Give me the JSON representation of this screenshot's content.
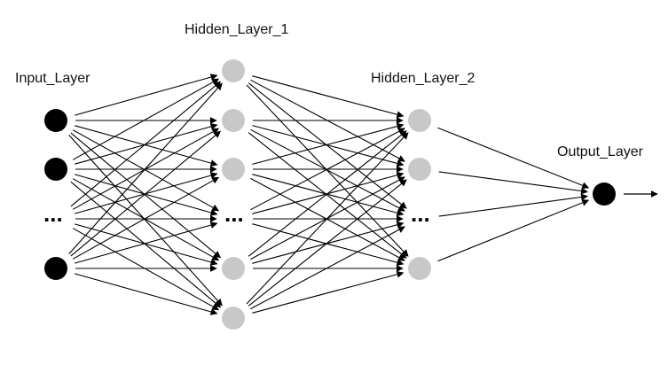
{
  "labels": {
    "input": "Input_Layer",
    "hidden1": "Hidden_Layer_1",
    "hidden2": "Hidden_Layer_2",
    "output": "Output_Layer"
  },
  "ellipsis": "...",
  "colors": {
    "input_node": "#000000",
    "hidden_node": "#c8c8c8",
    "output_node": "#000000",
    "edge": "#000000"
  }
}
